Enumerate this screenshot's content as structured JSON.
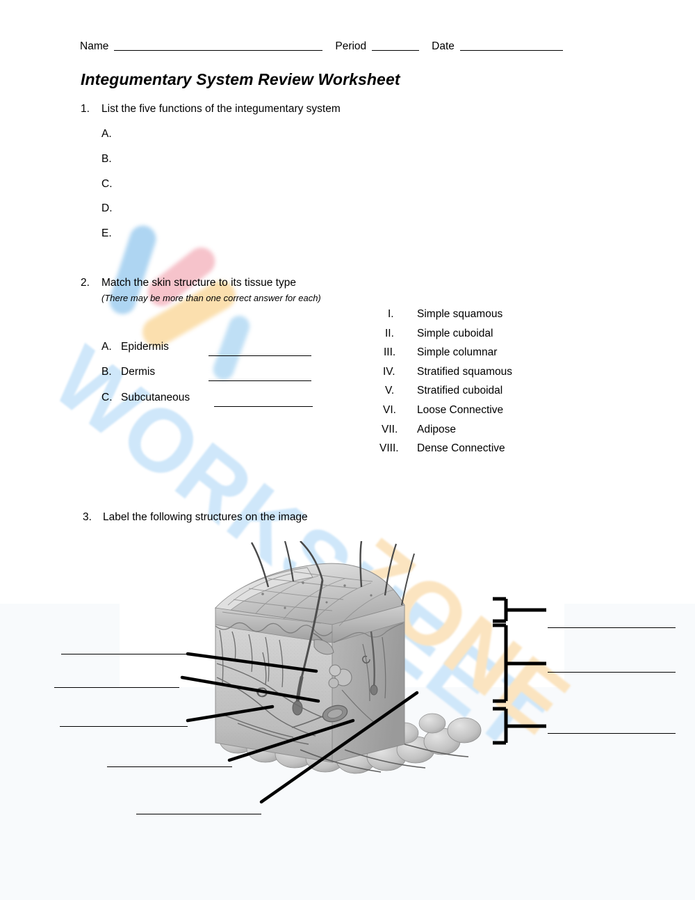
{
  "header": {
    "name_label": "Name",
    "period_label": "Period",
    "date_label": "Date",
    "name_value": "",
    "period_value": "",
    "date_value": ""
  },
  "title": "Integumentary System Review Worksheet",
  "questions": [
    {
      "number": "1.",
      "prompt": "List the five functions of the integumentary system",
      "subitems": [
        "A.",
        "B.",
        "C.",
        "D.",
        "E."
      ]
    },
    {
      "number": "2.",
      "prompt": "Match the skin structure to its tissue type",
      "note": "(There may be more than one correct answer for each)",
      "structures": [
        {
          "letter": "A.",
          "label": "Epidermis",
          "answer": ""
        },
        {
          "letter": "B.",
          "label": "Dermis",
          "answer": ""
        },
        {
          "letter": "C.",
          "label": "Subcutaneous",
          "answer": ""
        }
      ],
      "tissue_types": [
        {
          "numeral": "I.",
          "label": "Simple squamous"
        },
        {
          "numeral": "II.",
          "label": "Simple cuboidal"
        },
        {
          "numeral": "III.",
          "label": "Simple columnar"
        },
        {
          "numeral": "IV.",
          "label": "Stratified squamous"
        },
        {
          "numeral": "V.",
          "label": "Stratified cuboidal"
        },
        {
          "numeral": "VI.",
          "label": "Loose Connective"
        },
        {
          "numeral": "VII.",
          "label": "Adipose"
        },
        {
          "numeral": "VIII.",
          "label": "Dense Connective"
        }
      ]
    },
    {
      "number": "3.",
      "prompt": "Label the following structures on the image",
      "left_blanks": [
        "",
        "",
        "",
        "",
        ""
      ],
      "right_blanks": [
        "",
        "",
        ""
      ]
    }
  ],
  "diagram": {
    "name": "skin-cross-section-diagram",
    "description": "Grayscale anatomical block diagram of skin cross-section with hairs, follicles, glands and hypodermis"
  },
  "watermark": {
    "text_primary": "WORKSHEET",
    "text_secondary": "ZONE",
    "color_blue": "#cfe7fa",
    "color_orange": "#fbe4c0",
    "color_pink": "#f6c3cb"
  }
}
